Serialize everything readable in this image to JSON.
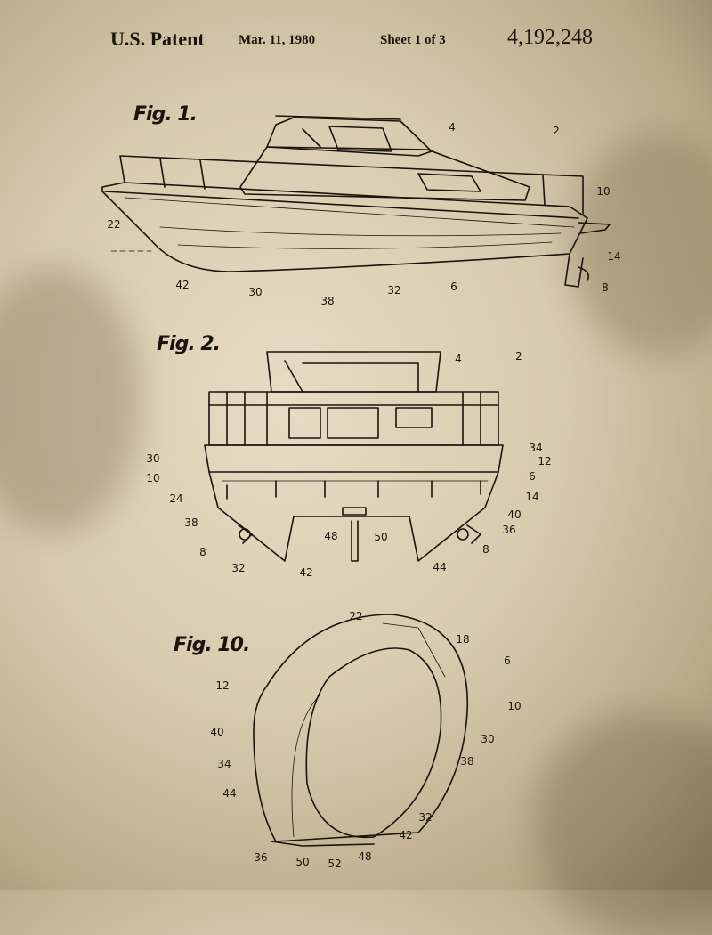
{
  "header": {
    "patent_label": "U.S. Patent",
    "date": "Mar. 11, 1980",
    "sheet": "Sheet 1 of 3",
    "number": "4,192,248"
  },
  "figures": [
    {
      "title": "Fig. 1.",
      "labels": [
        "4",
        "2",
        "10",
        "22",
        "14",
        "8",
        "42",
        "30",
        "38",
        "32",
        "6"
      ]
    },
    {
      "title": "Fig. 2.",
      "labels": [
        "4",
        "2",
        "34",
        "30",
        "12",
        "10",
        "6",
        "24",
        "14",
        "38",
        "40",
        "36",
        "48",
        "50",
        "8",
        "8",
        "32",
        "42",
        "44"
      ]
    },
    {
      "title": "Fig. 10.",
      "labels": [
        "22",
        "18",
        "6",
        "12",
        "10",
        "40",
        "30",
        "34",
        "38",
        "44",
        "32",
        "42",
        "36",
        "50",
        "52",
        "48"
      ]
    }
  ],
  "colors": {
    "paper": "#d8cbae",
    "ink": "#1a140c"
  }
}
